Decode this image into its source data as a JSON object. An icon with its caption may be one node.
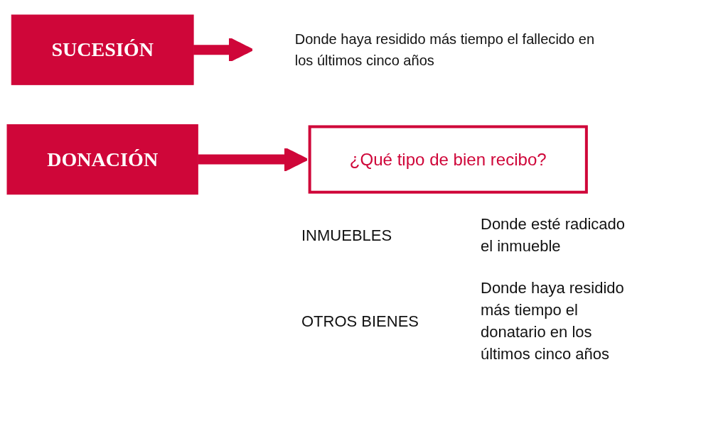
{
  "diagram": {
    "nodes": [
      {
        "text": [
          "SUCESIÓN"
        ]
      },
      {
        "text": [
          "Donde haya residido más tiempo el fallecido en los últimos cinco años"
        ]
      },
      {
        "text": [
          "DONACIÓN"
        ]
      },
      {
        "text": [
          "¿Qué tipo de bien recibo?"
        ]
      }
    ],
    "edges": [
      {
        "from": 0,
        "to": 1,
        "arrow": "to"
      },
      {
        "from": 2,
        "to": 3,
        "arrow": "to"
      }
    ],
    "labels": [
      "INMUEBLES",
      "Donde esté radicado el inmueble",
      "OTROS BIENES",
      "Donde haya residido más tiempo el donatario en los últimos cinco años"
    ]
  }
}
